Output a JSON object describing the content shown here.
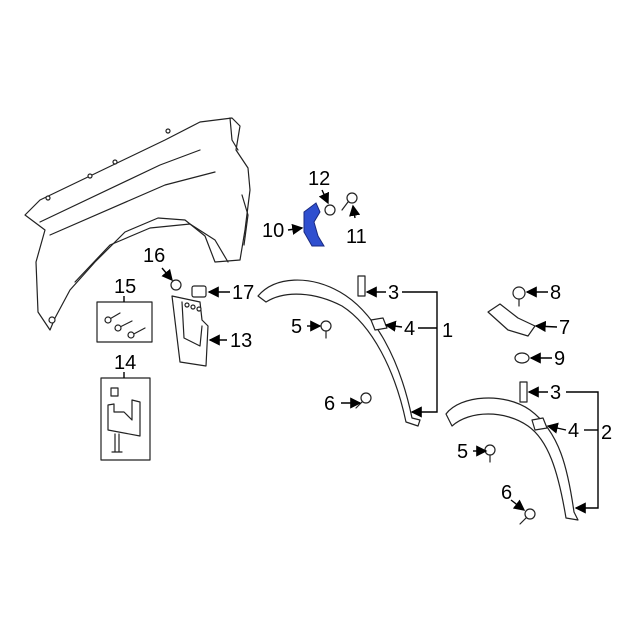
{
  "diagram": {
    "highlight_color": "#2f4fcf",
    "callouts": {
      "c1": "1",
      "c2": "2",
      "c3a": "3",
      "c3b": "3",
      "c4a": "4",
      "c4b": "4",
      "c5a": "5",
      "c5b": "5",
      "c6a": "6",
      "c6b": "6",
      "c7": "7",
      "c8": "8",
      "c9": "9",
      "c10": "10",
      "c11": "11",
      "c12": "12",
      "c13": "13",
      "c14": "14",
      "c15": "15",
      "c16": "16",
      "c17": "17"
    }
  }
}
